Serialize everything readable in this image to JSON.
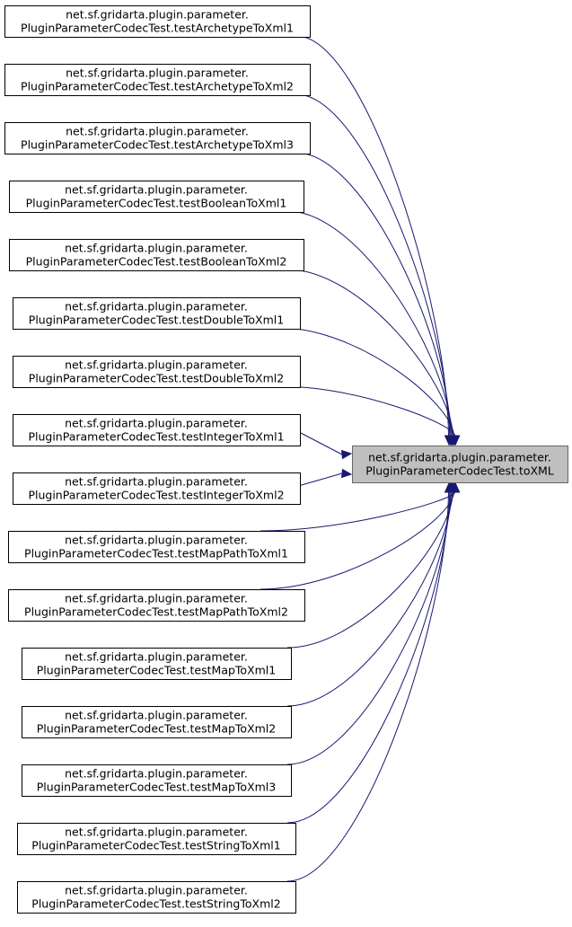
{
  "diagram": {
    "type": "call-graph",
    "direction": "right-to-left",
    "target": {
      "line1": "net.sf.gridarta.plugin.parameter.",
      "line2": "PluginParameterCodecTest.toXML",
      "highlighted": true
    },
    "callers": [
      {
        "line1": "net.sf.gridarta.plugin.parameter.",
        "line2": "PluginParameterCodecTest.testArchetypeToXml1"
      },
      {
        "line1": "net.sf.gridarta.plugin.parameter.",
        "line2": "PluginParameterCodecTest.testArchetypeToXml2"
      },
      {
        "line1": "net.sf.gridarta.plugin.parameter.",
        "line2": "PluginParameterCodecTest.testArchetypeToXml3"
      },
      {
        "line1": "net.sf.gridarta.plugin.parameter.",
        "line2": "PluginParameterCodecTest.testBooleanToXml1"
      },
      {
        "line1": "net.sf.gridarta.plugin.parameter.",
        "line2": "PluginParameterCodecTest.testBooleanToXml2"
      },
      {
        "line1": "net.sf.gridarta.plugin.parameter.",
        "line2": "PluginParameterCodecTest.testDoubleToXml1"
      },
      {
        "line1": "net.sf.gridarta.plugin.parameter.",
        "line2": "PluginParameterCodecTest.testDoubleToXml2"
      },
      {
        "line1": "net.sf.gridarta.plugin.parameter.",
        "line2": "PluginParameterCodecTest.testIntegerToXml1"
      },
      {
        "line1": "net.sf.gridarta.plugin.parameter.",
        "line2": "PluginParameterCodecTest.testIntegerToXml2"
      },
      {
        "line1": "net.sf.gridarta.plugin.parameter.",
        "line2": "PluginParameterCodecTest.testMapPathToXml1"
      },
      {
        "line1": "net.sf.gridarta.plugin.parameter.",
        "line2": "PluginParameterCodecTest.testMapPathToXml2"
      },
      {
        "line1": "net.sf.gridarta.plugin.parameter.",
        "line2": "PluginParameterCodecTest.testMapToXml1"
      },
      {
        "line1": "net.sf.gridarta.plugin.parameter.",
        "line2": "PluginParameterCodecTest.testMapToXml2"
      },
      {
        "line1": "net.sf.gridarta.plugin.parameter.",
        "line2": "PluginParameterCodecTest.testMapToXml3"
      },
      {
        "line1": "net.sf.gridarta.plugin.parameter.",
        "line2": "PluginParameterCodecTest.testStringToXml1"
      },
      {
        "line1": "net.sf.gridarta.plugin.parameter.",
        "line2": "PluginParameterCodecTest.testStringToXml2"
      }
    ],
    "colors": {
      "edge": "#191970",
      "target_fill": "#bfbfbf",
      "node_fill": "#ffffff",
      "node_border": "#000000"
    }
  }
}
